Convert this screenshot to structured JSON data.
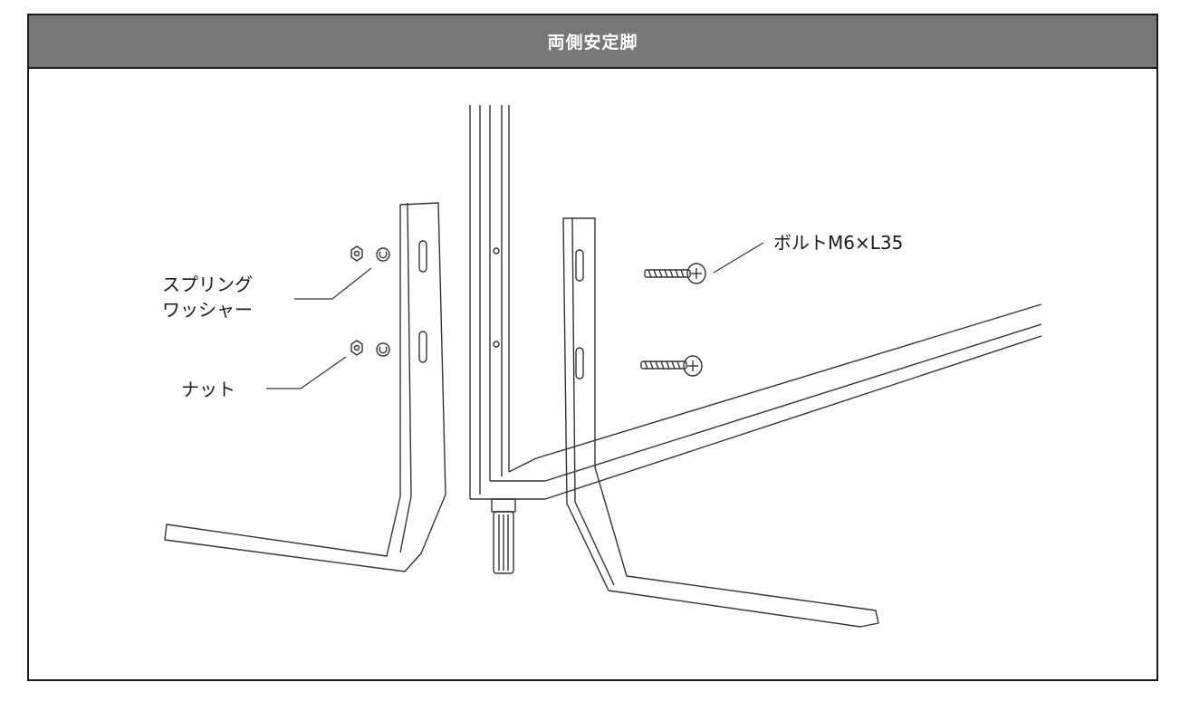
{
  "header": {
    "title": "両側安定脚"
  },
  "diagram": {
    "labels": {
      "spring_washer_line1": "スプリング",
      "spring_washer_line2": "ワッシャー",
      "nut": "ナット",
      "bolt": "ボルトM6×L35"
    }
  }
}
